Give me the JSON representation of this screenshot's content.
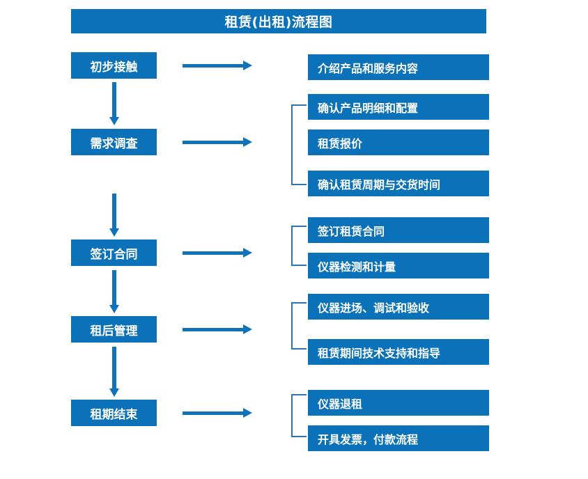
{
  "title": {
    "text": "租赁(出租)流程图"
  },
  "colors": {
    "box_blue": "#0B72B9",
    "arrow_blue": "#1072B8",
    "bracket_blue": "#2E73B8",
    "text_white": "#FFFFFF",
    "background": "#FFFFFF"
  },
  "stages": [
    {
      "label": "初步接触"
    },
    {
      "label": "需求调查"
    },
    {
      "label": "签订合同"
    },
    {
      "label": "租后管理"
    },
    {
      "label": "租期结束"
    }
  ],
  "details": [
    {
      "label": "介绍产品和服务内容"
    },
    {
      "label": "确认产品明细和配置"
    },
    {
      "label": "租赁报价"
    },
    {
      "label": "确认租赁周期与交货时间"
    },
    {
      "label": "签订租赁合同"
    },
    {
      "label": "仪器检测和计量"
    },
    {
      "label": "仪器进场、调试和验收"
    },
    {
      "label": "租赁期间技术支持和指导"
    },
    {
      "label": "仪器退租"
    },
    {
      "label": "开具发票，付款流程"
    }
  ],
  "groups": [
    {
      "stage": "初步接触",
      "details": [
        "介绍产品和服务内容"
      ]
    },
    {
      "stage": "需求调查",
      "details": [
        "确认产品明细和配置",
        "租赁报价",
        "确认租赁周期与交货时间"
      ]
    },
    {
      "stage": "签订合同",
      "details": [
        "签订租赁合同",
        "仪器检测和计量"
      ]
    },
    {
      "stage": "租后管理",
      "details": [
        "仪器进场、调试和验收",
        "租赁期间技术支持和指导"
      ]
    },
    {
      "stage": "租期结束",
      "details": [
        "仪器退租",
        "开具发票，付款流程"
      ]
    }
  ]
}
